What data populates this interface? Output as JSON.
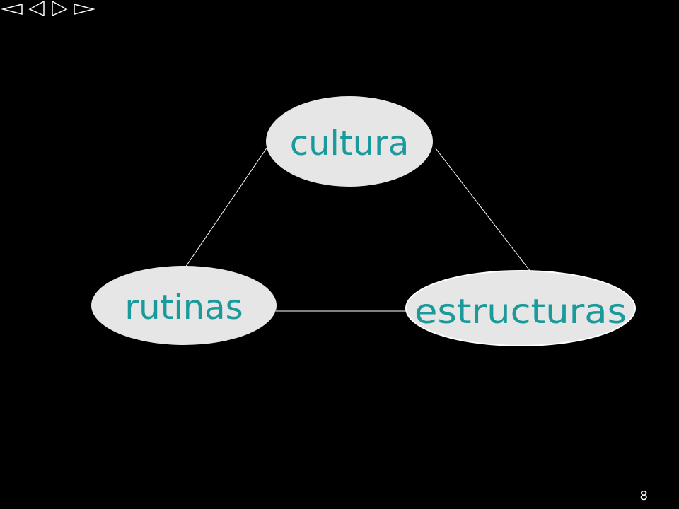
{
  "navigation": {
    "buttons": [
      {
        "icon": "first-slide-icon"
      },
      {
        "icon": "previous-slide-icon"
      },
      {
        "icon": "next-slide-icon"
      },
      {
        "icon": "last-slide-icon"
      }
    ]
  },
  "diagram": {
    "nodes": [
      {
        "id": "cultura",
        "label": "cultura"
      },
      {
        "id": "rutinas",
        "label": "rutinas"
      },
      {
        "id": "estructuras",
        "label": "estructuras"
      }
    ],
    "edges": [
      {
        "from": "cultura",
        "to": "rutinas"
      },
      {
        "from": "cultura",
        "to": "estructuras"
      },
      {
        "from": "rutinas",
        "to": "estructuras"
      }
    ]
  },
  "colors": {
    "background": "#000000",
    "node_fill": "#e6e6e6",
    "label_text": "#1a9a9a",
    "connector": "#ffffff"
  },
  "page_number": "8"
}
